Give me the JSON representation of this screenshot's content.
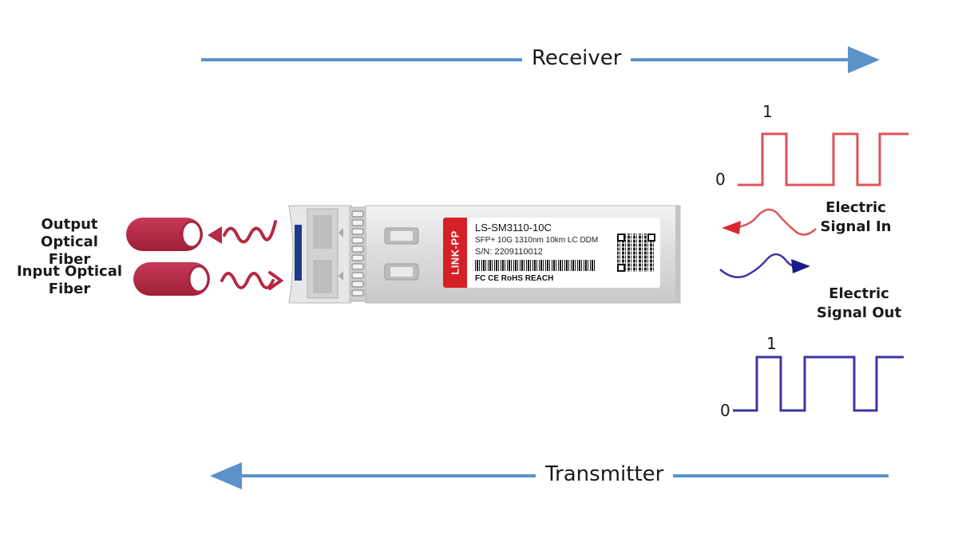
{
  "arrows": {
    "top": {
      "label": "Receiver",
      "direction": "right"
    },
    "bottom": {
      "label": "Transmitter",
      "direction": "left"
    }
  },
  "fibers": {
    "output": {
      "label_line1": "Output Optical",
      "label_line2": "Fiber"
    },
    "input": {
      "label_line1": "Input Optical",
      "label_line2": "Fiber"
    }
  },
  "module": {
    "model": "LS-SM3110-10C",
    "spec": "SFP+ 10G 1310nm 10km LC DDM",
    "serial": "S/N: 2209110012",
    "brand": "LINK-PP",
    "certifications": "FC  CE  RoHS  REACH"
  },
  "signals": {
    "in": {
      "label_line1": "Electric",
      "label_line2": "Signal In",
      "high": "1",
      "low": "0"
    },
    "out": {
      "label_line1": "Electric",
      "label_line2": "Signal Out",
      "high": "1",
      "low": "0"
    }
  },
  "colors": {
    "arrow": "#5b93c8",
    "fiber": "#b52a47",
    "signal_in": "#e0525a",
    "signal_out": "#3c36a6"
  }
}
